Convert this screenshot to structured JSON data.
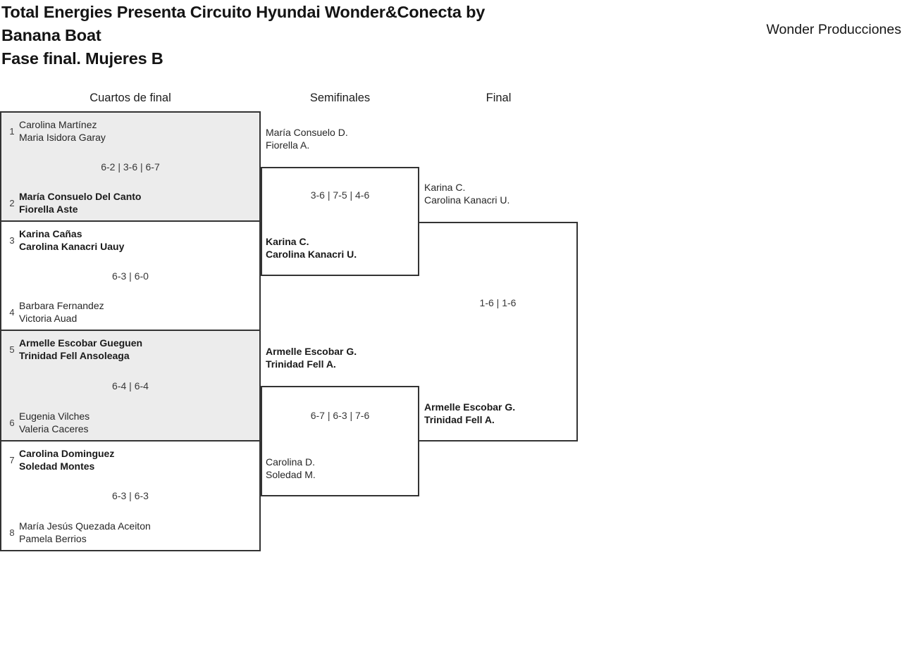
{
  "title": {
    "line1": "Total Energies Presenta Circuito Hyundai Wonder&Conecta by",
    "line2": "Banana Boat",
    "line3": "Fase final. Mujeres B"
  },
  "org_label": "Wonder Producciones",
  "round_headers": {
    "quarterfinals": "Cuartos de final",
    "semifinals": "Semifinales",
    "final": "Final"
  },
  "bracket": {
    "quarterfinals": [
      {
        "seed_top": "1",
        "team_top": [
          "Carolina Martínez",
          "Maria Isidora Garay"
        ],
        "team_top_winner": false,
        "score": "6-2 | 3-6 | 6-7",
        "seed_bottom": "2",
        "team_bottom": [
          "María Consuelo Del Canto",
          "Fiorella Aste"
        ],
        "team_bottom_winner": true
      },
      {
        "seed_top": "3",
        "team_top": [
          "Karina Cañas",
          "Carolina Kanacri Uauy"
        ],
        "team_top_winner": true,
        "score": "6-3 | 6-0",
        "seed_bottom": "4",
        "team_bottom": [
          "Barbara Fernandez",
          "Victoria Auad"
        ],
        "team_bottom_winner": false
      },
      {
        "seed_top": "5",
        "team_top": [
          "Armelle Escobar Gueguen",
          "Trinidad Fell Ansoleaga"
        ],
        "team_top_winner": true,
        "score": "6-4 | 6-4",
        "seed_bottom": "6",
        "team_bottom": [
          "Eugenia Vilches",
          "Valeria Caceres"
        ],
        "team_bottom_winner": false
      },
      {
        "seed_top": "7",
        "team_top": [
          "Carolina Dominguez",
          "Soledad Montes"
        ],
        "team_top_winner": true,
        "score": "6-3 | 6-3",
        "seed_bottom": "8",
        "team_bottom": [
          "María Jesús Quezada Aceiton",
          "Pamela Berrios"
        ],
        "team_bottom_winner": false
      }
    ],
    "semifinals": [
      {
        "team_top": [
          "María Consuelo D.",
          "Fiorella A."
        ],
        "team_top_winner": false,
        "score": "3-6 | 7-5 | 4-6",
        "team_bottom": [
          "Karina C.",
          "Carolina Kanacri U."
        ],
        "team_bottom_winner": true
      },
      {
        "team_top": [
          "Armelle Escobar G.",
          "Trinidad Fell A."
        ],
        "team_top_winner": true,
        "score": "6-7 | 6-3 | 7-6",
        "team_bottom": [
          "Carolina D.",
          "Soledad M."
        ],
        "team_bottom_winner": false
      }
    ],
    "final": {
      "team_top": [
        "Karina C.",
        "Carolina Kanacri U."
      ],
      "team_top_winner": false,
      "score": "1-6 | 1-6",
      "team_bottom": [
        "Armelle Escobar G.",
        "Trinidad Fell A."
      ],
      "team_bottom_winner": true
    }
  },
  "colors": {
    "box_fill_alt": "#ececec",
    "border": "#333333"
  }
}
